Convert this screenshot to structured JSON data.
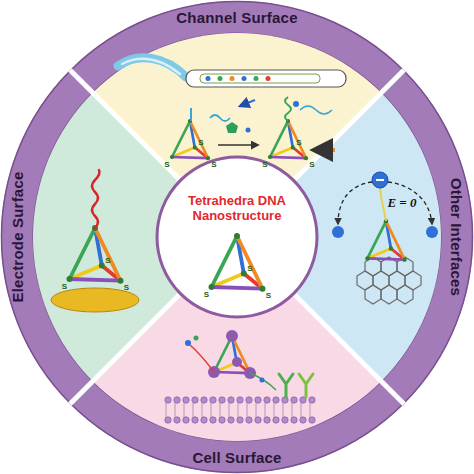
{
  "diagram": {
    "nodes": [
      {
        "text": [
          "Channel Surface"
        ]
      },
      {
        "text": [
          "Other Interfaces"
        ]
      },
      {
        "text": [
          "Cell Surface"
        ]
      },
      {
        "text": [
          "Electrode Surface"
        ]
      },
      {
        "text": [
          "Tetrahedra DNA Nanostructure"
        ]
      }
    ],
    "labels": [
      "S",
      "S",
      "S",
      "S",
      "S",
      "S",
      "E = 0",
      "S",
      "S",
      "S",
      "S",
      "S",
      "S"
    ]
  }
}
